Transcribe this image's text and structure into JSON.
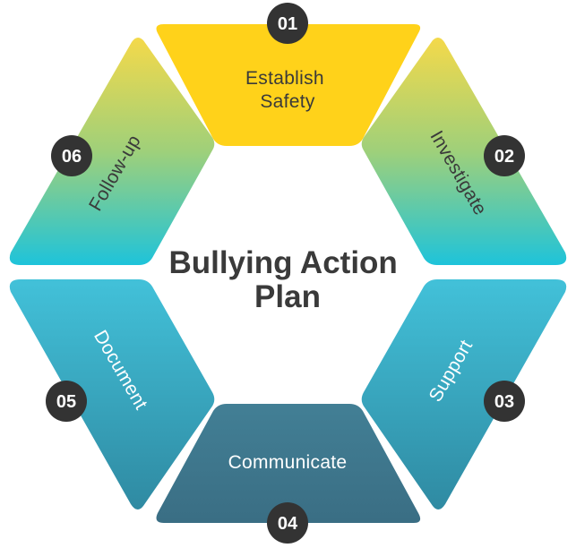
{
  "title": {
    "line1": "Bullying Action",
    "line2": "Plan"
  },
  "steps": [
    {
      "number": "01",
      "lines": [
        "Establish",
        "Safety"
      ],
      "label_color": "#3a3a3a"
    },
    {
      "number": "02",
      "lines": [
        "Investigate"
      ],
      "label_color": "#3a3a3a"
    },
    {
      "number": "03",
      "lines": [
        "Support"
      ],
      "label_color": "#ffffff"
    },
    {
      "number": "04",
      "lines": [
        "Communicate"
      ],
      "label_color": "#ffffff"
    },
    {
      "number": "05",
      "lines": [
        "Document"
      ],
      "label_color": "#ffffff"
    },
    {
      "number": "06",
      "lines": [
        "Follow-up"
      ],
      "label_color": "#3a3a3a"
    }
  ],
  "colors": {
    "yellow": "#ffd21a",
    "yellow_light": "#f4d94a",
    "green": "#9fd07a",
    "cyan": "#1ec3da",
    "teal": "#3fb6cf",
    "teal_dark": "#2f8fa6",
    "steel": "#3f7389",
    "badge": "#333333",
    "center": "#ffffff"
  }
}
